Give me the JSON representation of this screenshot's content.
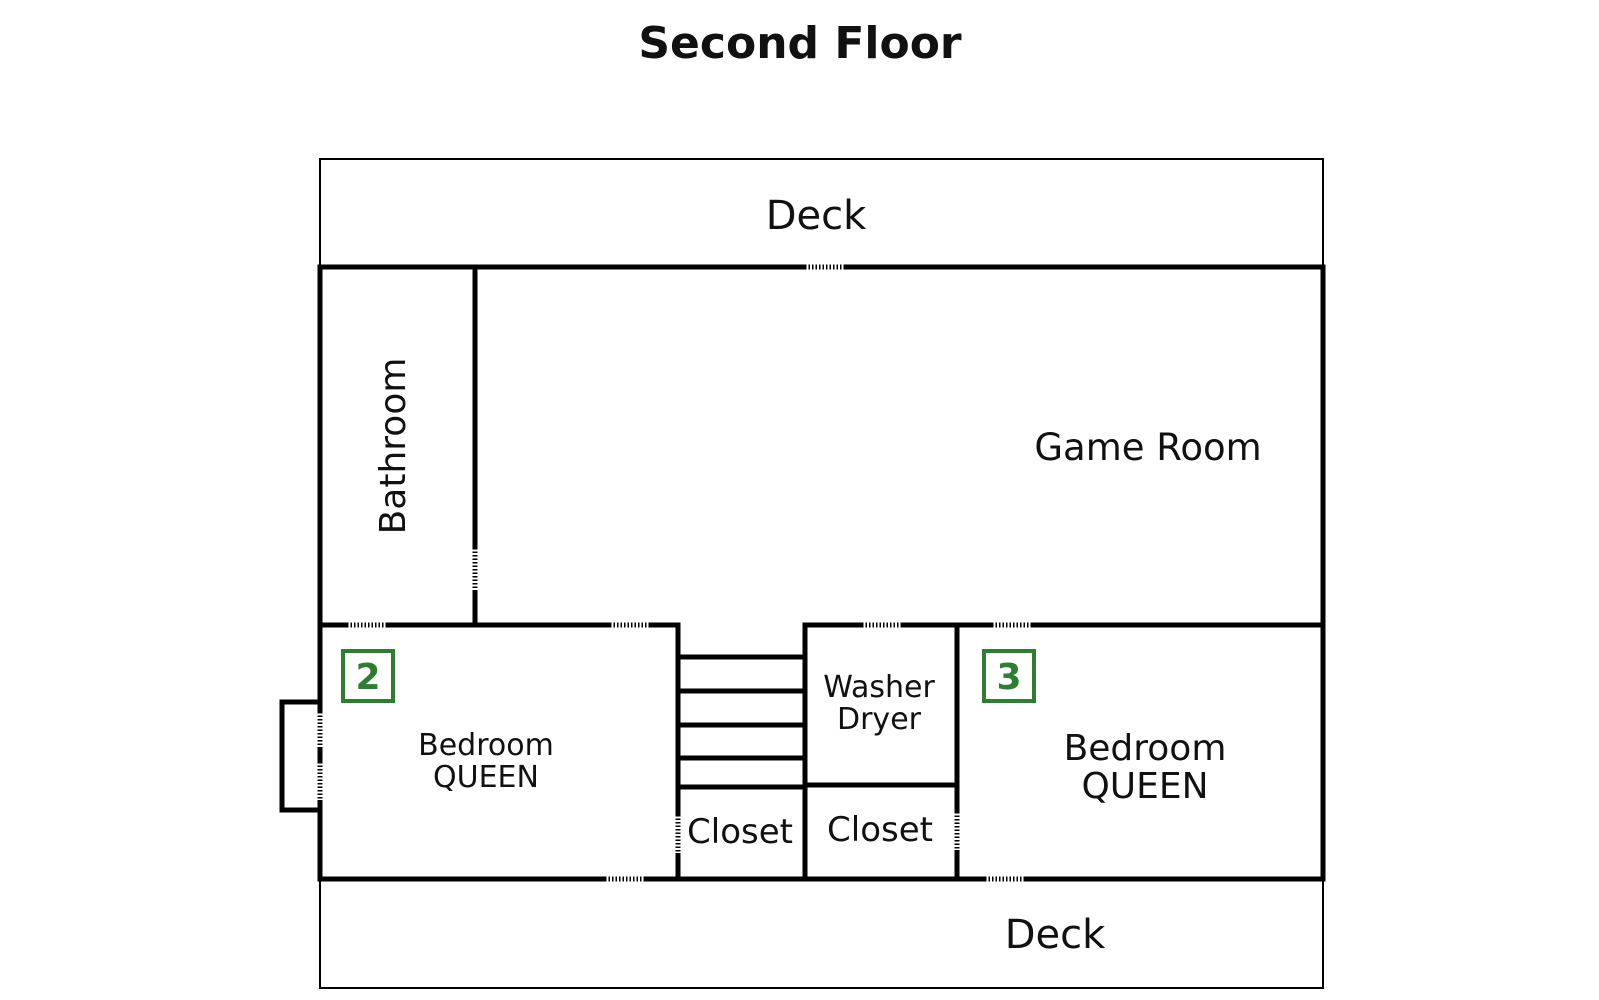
{
  "title": "Second Floor",
  "rooms": {
    "deck_top": "Deck",
    "bathroom": "Bathroom",
    "game_room": "Game Room",
    "bedroom_left": [
      "Bedroom",
      "QUEEN"
    ],
    "washer_dryer": [
      "Washer",
      "Dryer"
    ],
    "bedroom_right": [
      "Bedroom",
      "QUEEN"
    ],
    "closet_left": "Closet",
    "closet_right": "Closet",
    "deck_bottom": "Deck"
  },
  "badges": {
    "left": "2",
    "right": "3"
  },
  "colors": {
    "badge": "#2e7d32",
    "walls": "#000000"
  }
}
